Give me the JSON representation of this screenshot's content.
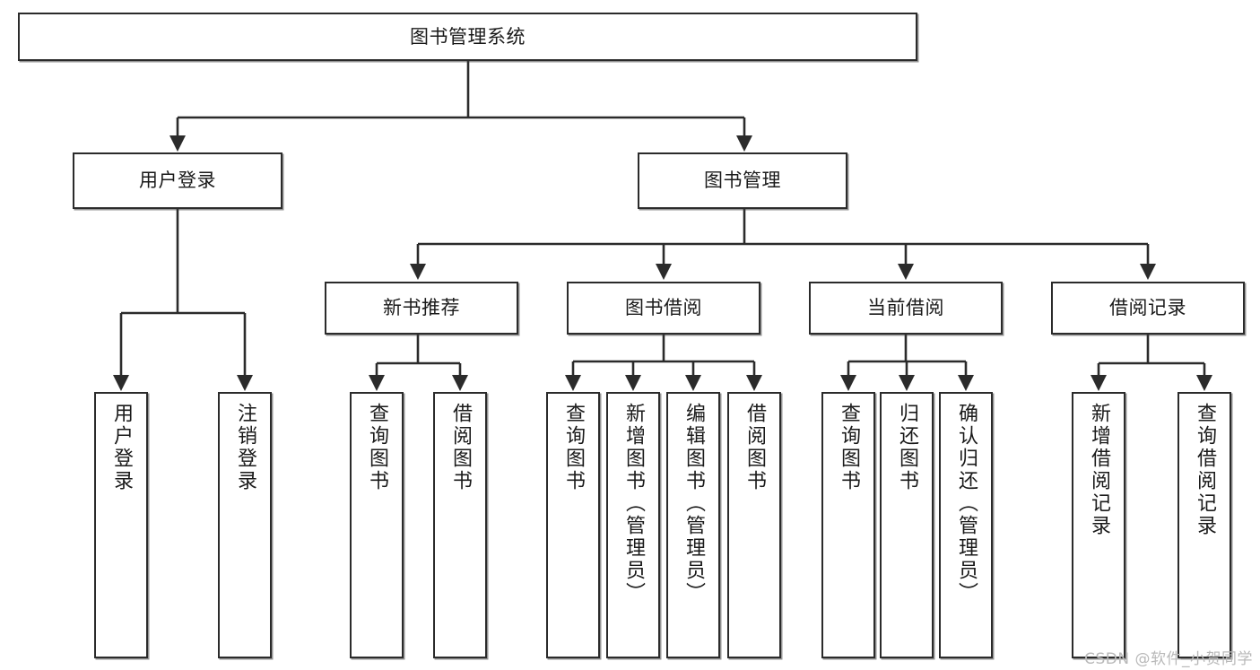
{
  "diagram": {
    "type": "tree",
    "title": "图书管理系统",
    "root": {
      "id": "root",
      "label": "图书管理系统"
    },
    "level2": [
      {
        "id": "user-login",
        "label": "用户登录"
      },
      {
        "id": "book-manage",
        "label": "图书管理"
      }
    ],
    "level3": [
      {
        "id": "new-book-rec",
        "label": "新书推荐"
      },
      {
        "id": "book-borrow",
        "label": "图书借阅"
      },
      {
        "id": "current-borrow",
        "label": "当前借阅"
      },
      {
        "id": "borrow-record",
        "label": "借阅记录"
      }
    ],
    "leaves": {
      "user_login": [
        {
          "id": "leaf-user-login",
          "label": "用户登录"
        },
        {
          "id": "leaf-logout-login",
          "label": "注销登录"
        }
      ],
      "new_book_rec": [
        {
          "id": "leaf-query-book-1",
          "label": "查询图书"
        },
        {
          "id": "leaf-borrow-book-1",
          "label": "借阅图书"
        }
      ],
      "book_borrow": [
        {
          "id": "leaf-query-book-2",
          "label": "查询图书"
        },
        {
          "id": "leaf-add-book",
          "label": "新增图书（管理员）"
        },
        {
          "id": "leaf-edit-book",
          "label": "编辑图书（管理员）"
        },
        {
          "id": "leaf-borrow-book-2",
          "label": "借阅图书"
        }
      ],
      "current_borrow": [
        {
          "id": "leaf-query-book-3",
          "label": "查询图书"
        },
        {
          "id": "leaf-return-book",
          "label": "归还图书"
        },
        {
          "id": "leaf-confirm-return",
          "label": "确认归还（管理员）"
        }
      ],
      "borrow_record": [
        {
          "id": "leaf-add-record",
          "label": "新增借阅记录"
        },
        {
          "id": "leaf-query-record",
          "label": "查询借阅记录"
        }
      ]
    }
  },
  "watermark": {
    "text": "CSDN @软件_小贺同学"
  },
  "colors": {
    "box_border": "#2b2b2b",
    "box_fill": "#ffffff",
    "connector": "#2b2b2b",
    "text": "#1a1a1a",
    "watermark": "#b9b9b9",
    "background": "#ffffff"
  }
}
